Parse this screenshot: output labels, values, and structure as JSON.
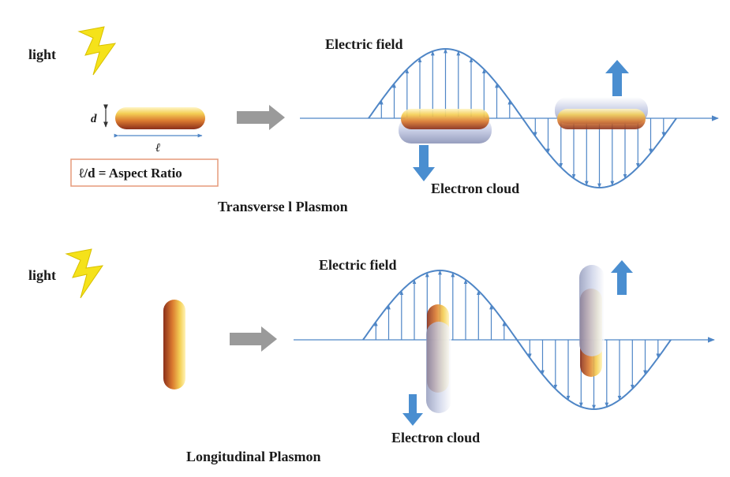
{
  "top_panel": {
    "light_label": "light",
    "width_symbol": "d",
    "length_symbol": "ℓ",
    "aspect_ratio_text": "ℓ/d = Aspect Ratio",
    "field_label": "Electric field",
    "cloud_label": "Electron cloud",
    "caption": "Transverse l Plasmon"
  },
  "bottom_panel": {
    "light_label": "light",
    "field_label": "Electric field",
    "cloud_label": "Electron cloud",
    "caption": "Longitudinal Plasmon"
  },
  "colors": {
    "wave": "#4f86c6",
    "arrow_blue": "#4a8ed0",
    "arrow_gray": "#9a9a9a",
    "lightning": "#f5e21a",
    "rod_gold": "#f0c84a",
    "rod_copper": "#b8502a",
    "cloud": "#c9cfe6",
    "ratio_box_border": "#e59a7a"
  },
  "icons": [
    "lightning-icon",
    "arrow-right-icon",
    "arrow-up-icon",
    "arrow-down-icon"
  ]
}
